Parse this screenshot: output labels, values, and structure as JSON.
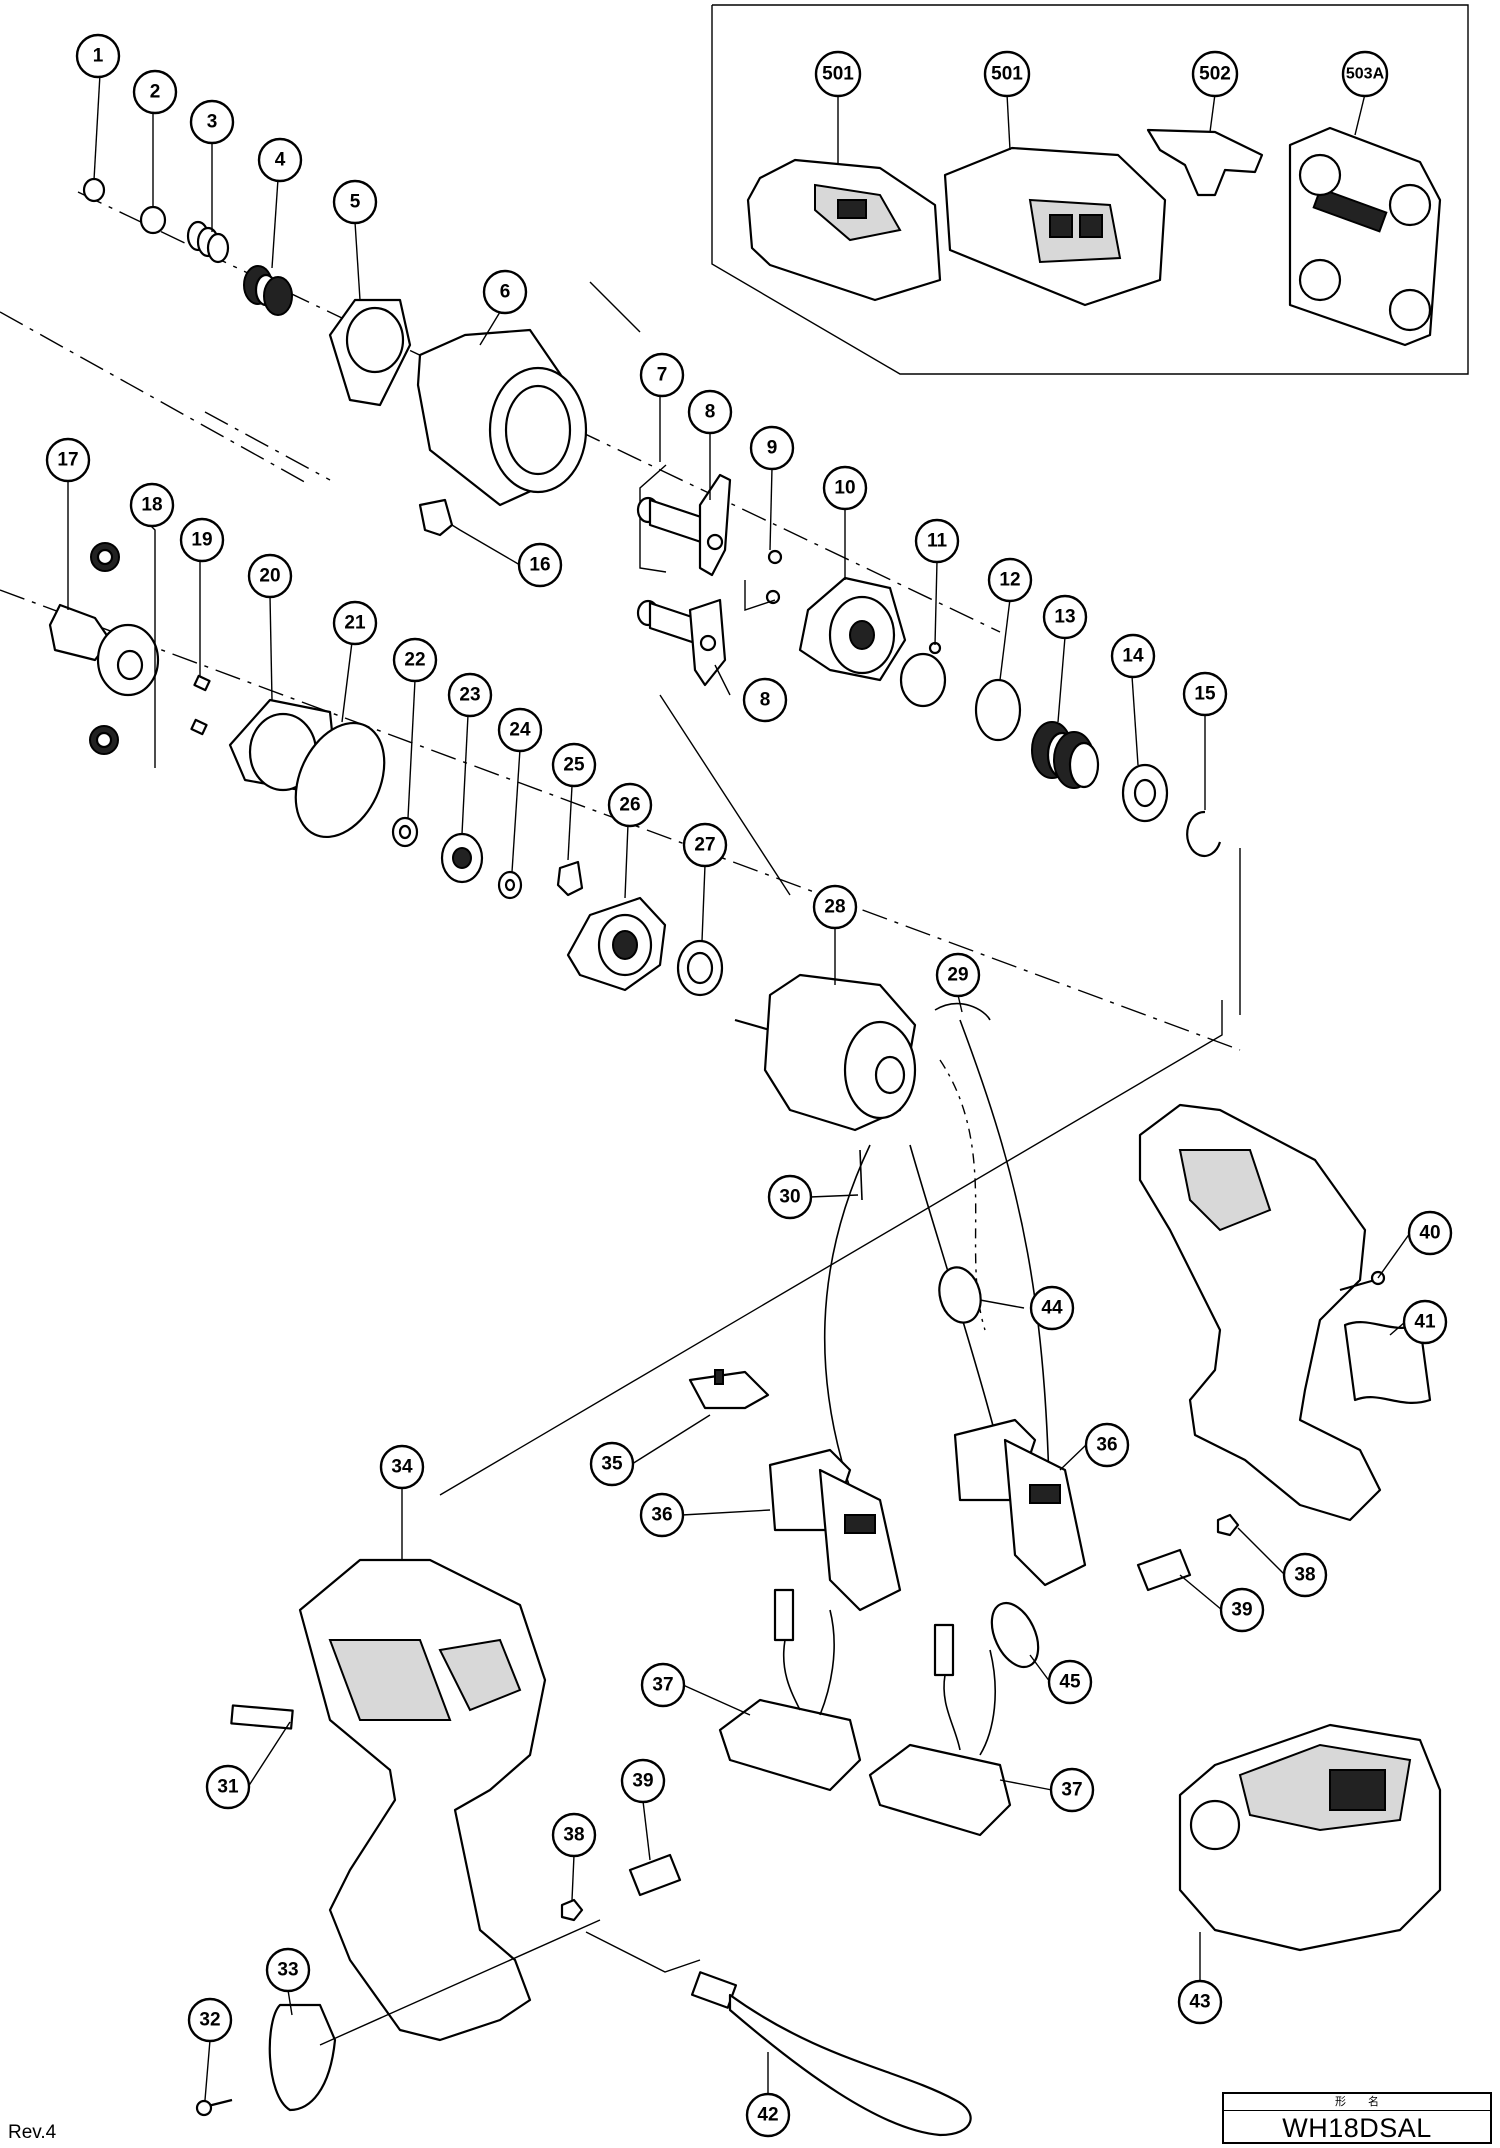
{
  "revision": "Rev.4",
  "title_block": {
    "header": "形　　名",
    "model": "WH18DSAL"
  },
  "callouts": [
    "1",
    "2",
    "3",
    "4",
    "5",
    "6",
    "7",
    "8",
    "8",
    "9",
    "10",
    "11",
    "12",
    "13",
    "14",
    "15",
    "16",
    "17",
    "18",
    "19",
    "20",
    "21",
    "22",
    "23",
    "24",
    "25",
    "26",
    "27",
    "28",
    "29",
    "30",
    "31",
    "32",
    "33",
    "34",
    "35",
    "36",
    "36",
    "37",
    "37",
    "38",
    "38",
    "39",
    "39",
    "40",
    "41",
    "42",
    "43",
    "44",
    "45",
    "501",
    "501",
    "502",
    "503A"
  ]
}
